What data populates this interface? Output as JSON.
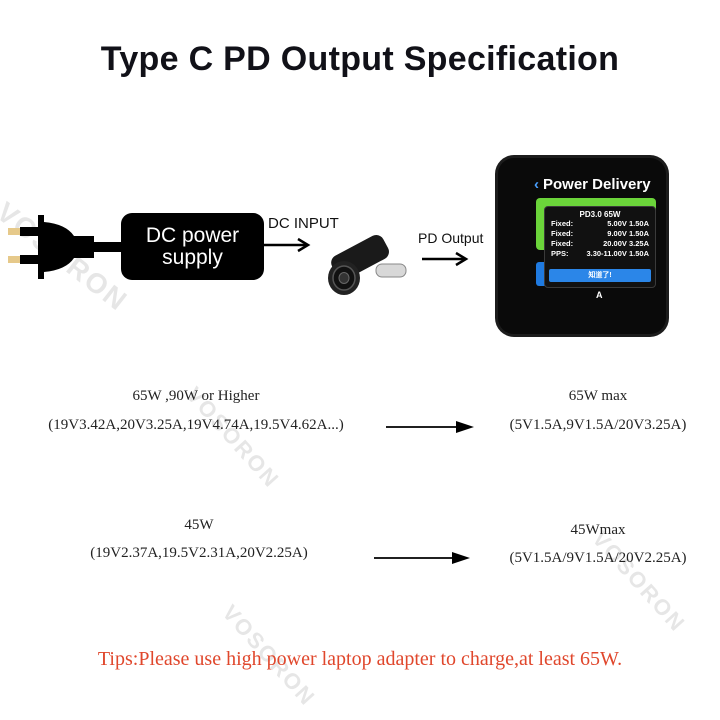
{
  "title": "Type C PD Output Specification",
  "watermark": "VOSORON",
  "diagram": {
    "power_supply_label_line1": "DC power",
    "power_supply_label_line2": "supply",
    "dc_input_label": "DC INPUT",
    "pd_output_label": "PD Output",
    "screen": {
      "back_icon": "‹",
      "title": "Power Delivery",
      "popup_header": "PD3.0 65W",
      "rows": [
        {
          "type": "Fixed:",
          "value": "5.00V 1.50A"
        },
        {
          "type": "Fixed:",
          "value": "9.00V 1.50A"
        },
        {
          "type": "Fixed:",
          "value": "20.00V 3.25A"
        },
        {
          "type": "PPS:",
          "value": "3.30-11.00V 1.50A"
        }
      ],
      "button_label": "知道了!",
      "bottom_mark": "A"
    }
  },
  "specs": [
    {
      "input_title": "65W ,90W or Higher",
      "input_detail": "(19V3.42A,20V3.25A,19V4.74A,19.5V4.62A...)",
      "output_title": "65W max",
      "output_detail": "(5V1.5A,9V1.5A/20V3.25A)"
    },
    {
      "input_title": "45W",
      "input_detail": "(19V2.37A,19.5V2.31A,20V2.25A)",
      "output_title": "45Wmax",
      "output_detail": "(5V1.5A/9V1.5A/20V2.25A)"
    }
  ],
  "tips": "Tips:Please use high power laptop adapter to charge,at least 65W.",
  "colors": {
    "tips": "#e0472c",
    "screen_green": "#6bd43a",
    "screen_blue": "#2b86e8"
  }
}
